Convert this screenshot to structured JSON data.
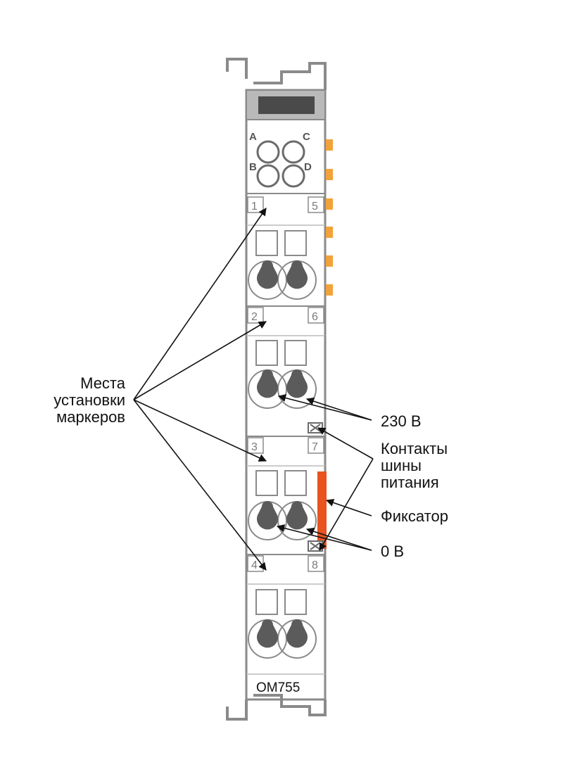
{
  "colors": {
    "outline": "#8a8a8a",
    "housing": "#ffffff",
    "window_frame": "#b9b9b9",
    "window": "#4a4a4a",
    "screw": "#5b5b5b",
    "led_contact": "#f2a23a",
    "latch": "#e8531f",
    "arrow": "#111111"
  },
  "module": {
    "model": "OM755",
    "led_letters": [
      "A",
      "C",
      "B",
      "D"
    ],
    "terminal_numbers": {
      "left": [
        "1",
        "2",
        "3",
        "4"
      ],
      "right": [
        "5",
        "6",
        "7",
        "8"
      ]
    }
  },
  "callouts": {
    "markers": [
      "Места",
      "установки",
      "маркеров"
    ],
    "voltage_230": "230 В",
    "power_bus": [
      "Контакты",
      "шины",
      "питания"
    ],
    "latch": "Фиксатор",
    "voltage_0": "0 В"
  }
}
